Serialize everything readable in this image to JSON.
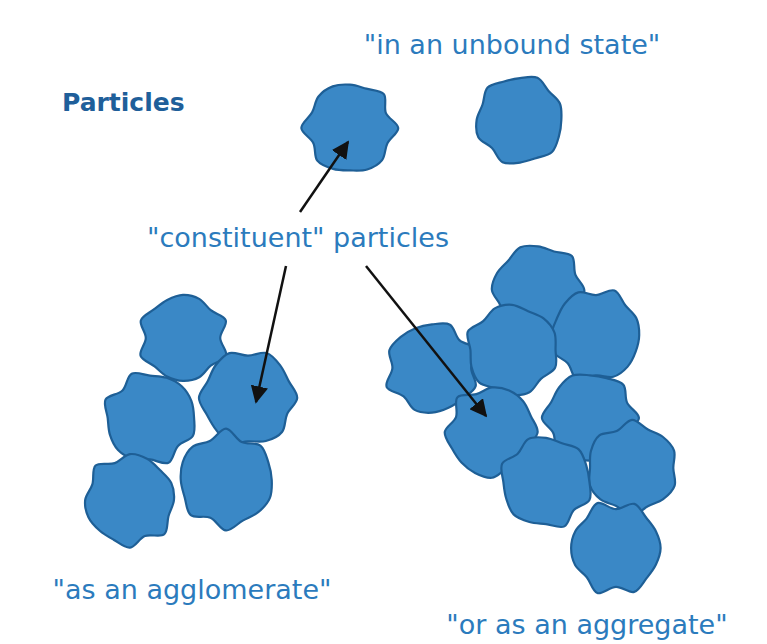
{
  "diagram": {
    "title": "Particles",
    "labels": [
      "\"in an unbound state\"",
      "\"constituent\" particles",
      "\"as an agglomerate\"",
      "\"or as an aggregate\""
    ]
  }
}
